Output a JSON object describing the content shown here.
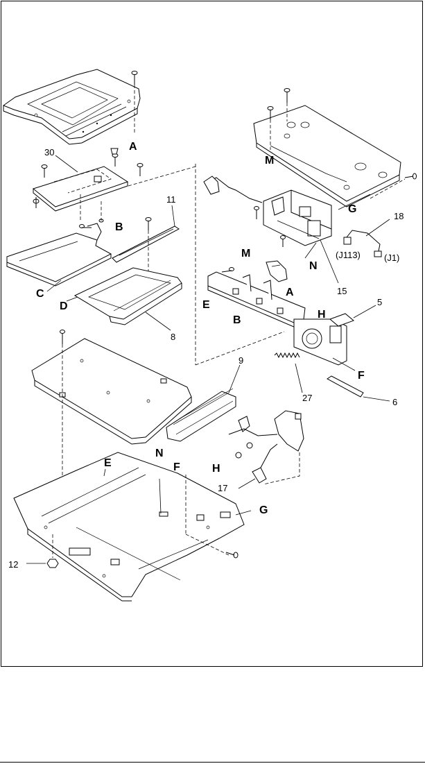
{
  "callouts": {
    "letters": {
      "A_top": "A",
      "M_top": "M",
      "G_top": "G",
      "B_mid": "B",
      "C": "C",
      "D": "D",
      "M_mid": "M",
      "E_mid": "E",
      "B_bracket": "B",
      "A_mid": "A",
      "H_mid": "H",
      "N_mid": "N",
      "F_mid": "F",
      "N_bottom": "N",
      "E_bottom": "E",
      "F_bottom": "F",
      "H_bottom": "H",
      "G_bottom": "G"
    },
    "numbers": {
      "n30": "30",
      "n11": "11",
      "n18": "18",
      "n8": "8",
      "n15": "15",
      "n5": "5",
      "n9": "9",
      "n27": "27",
      "n6": "6",
      "n17": "17",
      "n12": "12"
    },
    "connectors": {
      "j113": "(J113)",
      "j1": "(J1)"
    }
  }
}
